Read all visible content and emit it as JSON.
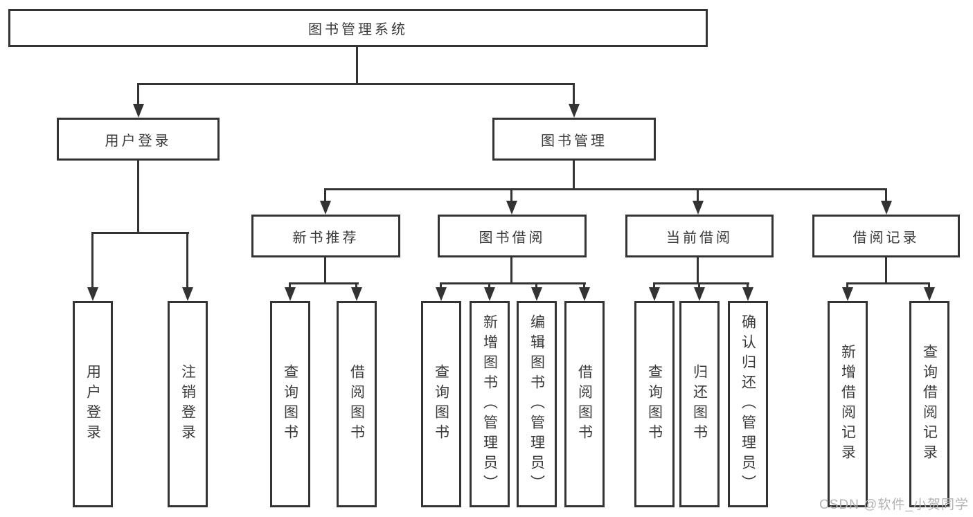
{
  "diagram": {
    "title": "图书管理系统",
    "branches": [
      {
        "label": "用户登录",
        "children": [
          {
            "label": "用户登录"
          },
          {
            "label": "注销登录"
          }
        ]
      },
      {
        "label": "图书管理",
        "children": [
          {
            "label": "新书推荐",
            "children": [
              {
                "label": "查询图书"
              },
              {
                "label": "借阅图书"
              }
            ]
          },
          {
            "label": "图书借阅",
            "children": [
              {
                "label": "查询图书"
              },
              {
                "label": "新增图书（管理员）"
              },
              {
                "label": "编辑图书（管理员）"
              },
              {
                "label": "借阅图书"
              }
            ]
          },
          {
            "label": "当前借阅",
            "children": [
              {
                "label": "查询图书"
              },
              {
                "label": "归还图书"
              },
              {
                "label": "确认归还（管理员）"
              }
            ]
          },
          {
            "label": "借阅记录",
            "children": [
              {
                "label": "新增借阅记录"
              },
              {
                "label": "查询借阅记录"
              }
            ]
          }
        ]
      }
    ]
  },
  "watermark": {
    "text": "CSDN @软件_小贺同学",
    "color": "#b3b3b3"
  },
  "colors": {
    "line": "#333333",
    "text": "#3a3a3a",
    "background": "#ffffff"
  }
}
